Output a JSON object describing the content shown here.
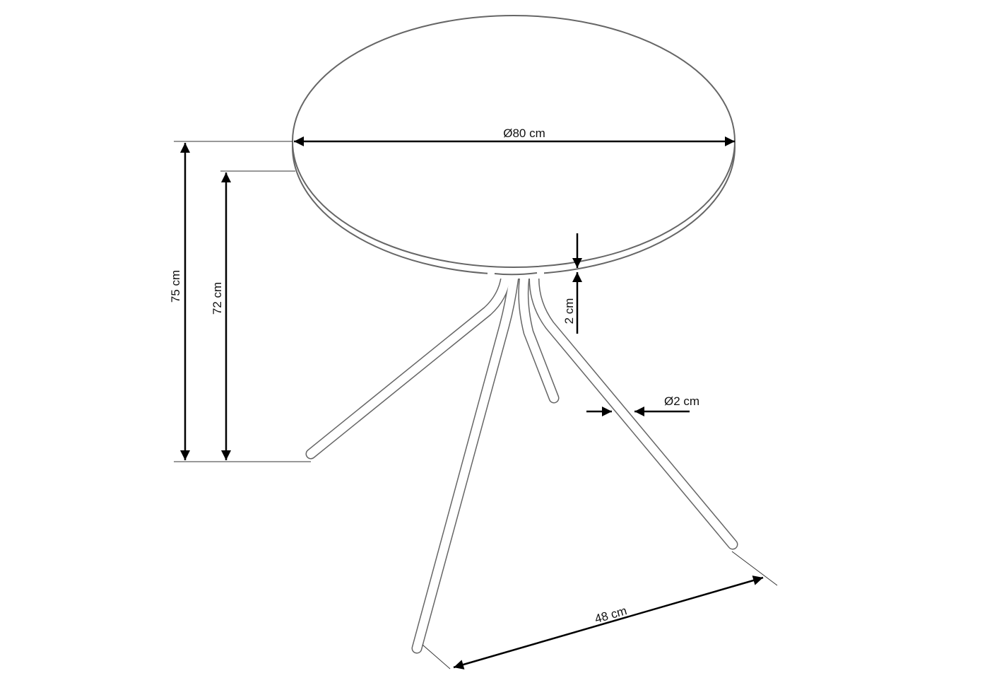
{
  "dimensions": {
    "diameter": "Ø80 cm",
    "total_height": "75 cm",
    "leg_height": "72 cm",
    "top_thickness": "2 cm",
    "leg_diameter": "Ø2 cm",
    "leg_span": "48 cm"
  },
  "colors": {
    "outline": "#666666",
    "dimension_line": "#000000"
  }
}
